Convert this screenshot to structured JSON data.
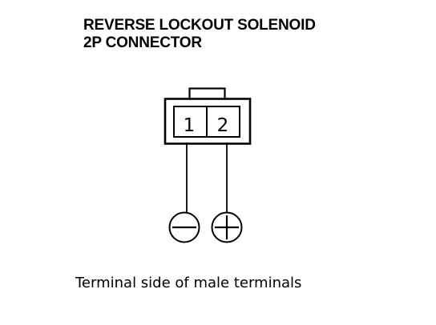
{
  "diagram": {
    "title_line_1": "REVERSE LOCKOUT SOLENOID",
    "title_line_2": "2P CONNECTOR",
    "terminals": [
      {
        "number": "1",
        "polarity": "negative",
        "symbol_icon": "minus-circle-icon"
      },
      {
        "number": "2",
        "polarity": "positive",
        "symbol_icon": "plus-circle-icon"
      }
    ],
    "caption": "Terminal side of male terminals"
  }
}
